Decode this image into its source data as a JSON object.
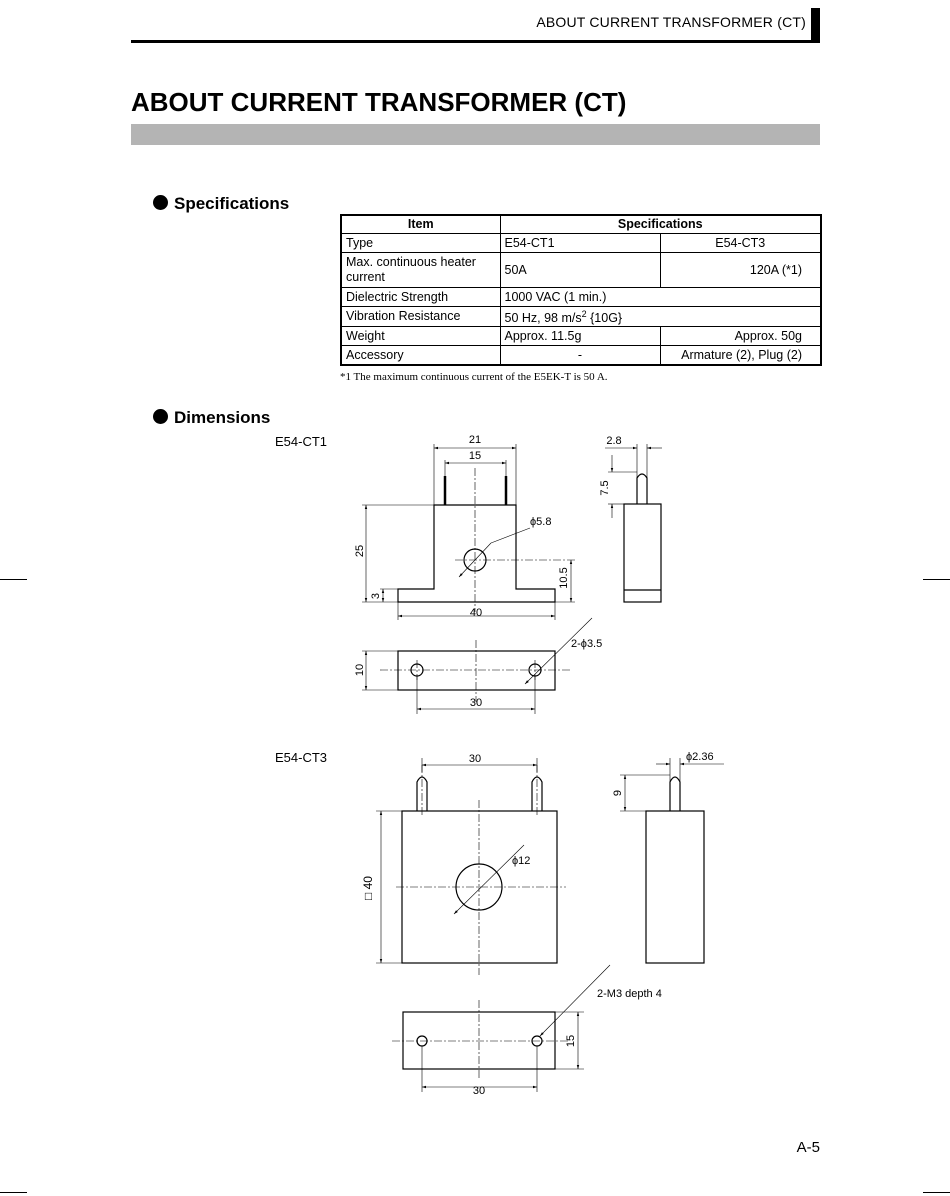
{
  "header": {
    "running_title": "ABOUT CURRENT TRANSFORMER (CT)"
  },
  "page_title": "ABOUT CURRENT TRANSFORMER (CT)",
  "specifications": {
    "heading": "Specifications",
    "col_item": "Item",
    "col_specs": "Specifications",
    "rows": [
      {
        "item": "Type",
        "ct1": "E54-CT1",
        "ct3": "E54-CT3"
      },
      {
        "item": "Max. continuous heater current",
        "ct1": "50A",
        "ct3": "120A (*1)"
      },
      {
        "item": "Dielectric Strength",
        "both": "1000 VAC (1 min.)"
      },
      {
        "item": "Vibration Resistance",
        "both_prefix": "50 Hz, 98 m/s",
        "both_sup": "2",
        "both_suffix": " {10G}"
      },
      {
        "item": "Weight",
        "ct1": "Approx. 11.5g",
        "ct3": "Approx. 50g"
      },
      {
        "item": "Accessory",
        "ct1": "-",
        "ct3": "Armature (2), Plug (2)"
      }
    ],
    "footnote": "*1 The maximum continuous current of the E5EK-T is 50 A."
  },
  "dimensions": {
    "heading": "Dimensions",
    "ct1": {
      "label": "E54-CT1",
      "dims": {
        "width_top": "21",
        "width_inner": "15",
        "hole_dia": "ϕ5.8",
        "height": "25",
        "base_thk": "3",
        "hole_height": "10.5",
        "base_width": "40",
        "bottom_depth": "10",
        "mount_holes": "2-ϕ3.5",
        "hole_pitch": "30",
        "pin_width": "2.8",
        "pin_height": "7.5"
      }
    },
    "ct3": {
      "label": "E54-CT3",
      "dims": {
        "pin_pitch": "30",
        "hole_dia": "ϕ12",
        "body_size": "□ 40",
        "pin_dia": "ϕ2.36",
        "pin_height": "9",
        "mount_holes": "2-M3 depth 4",
        "bottom_depth": "15",
        "hole_pitch": "30"
      }
    }
  },
  "page_number": "A-5"
}
